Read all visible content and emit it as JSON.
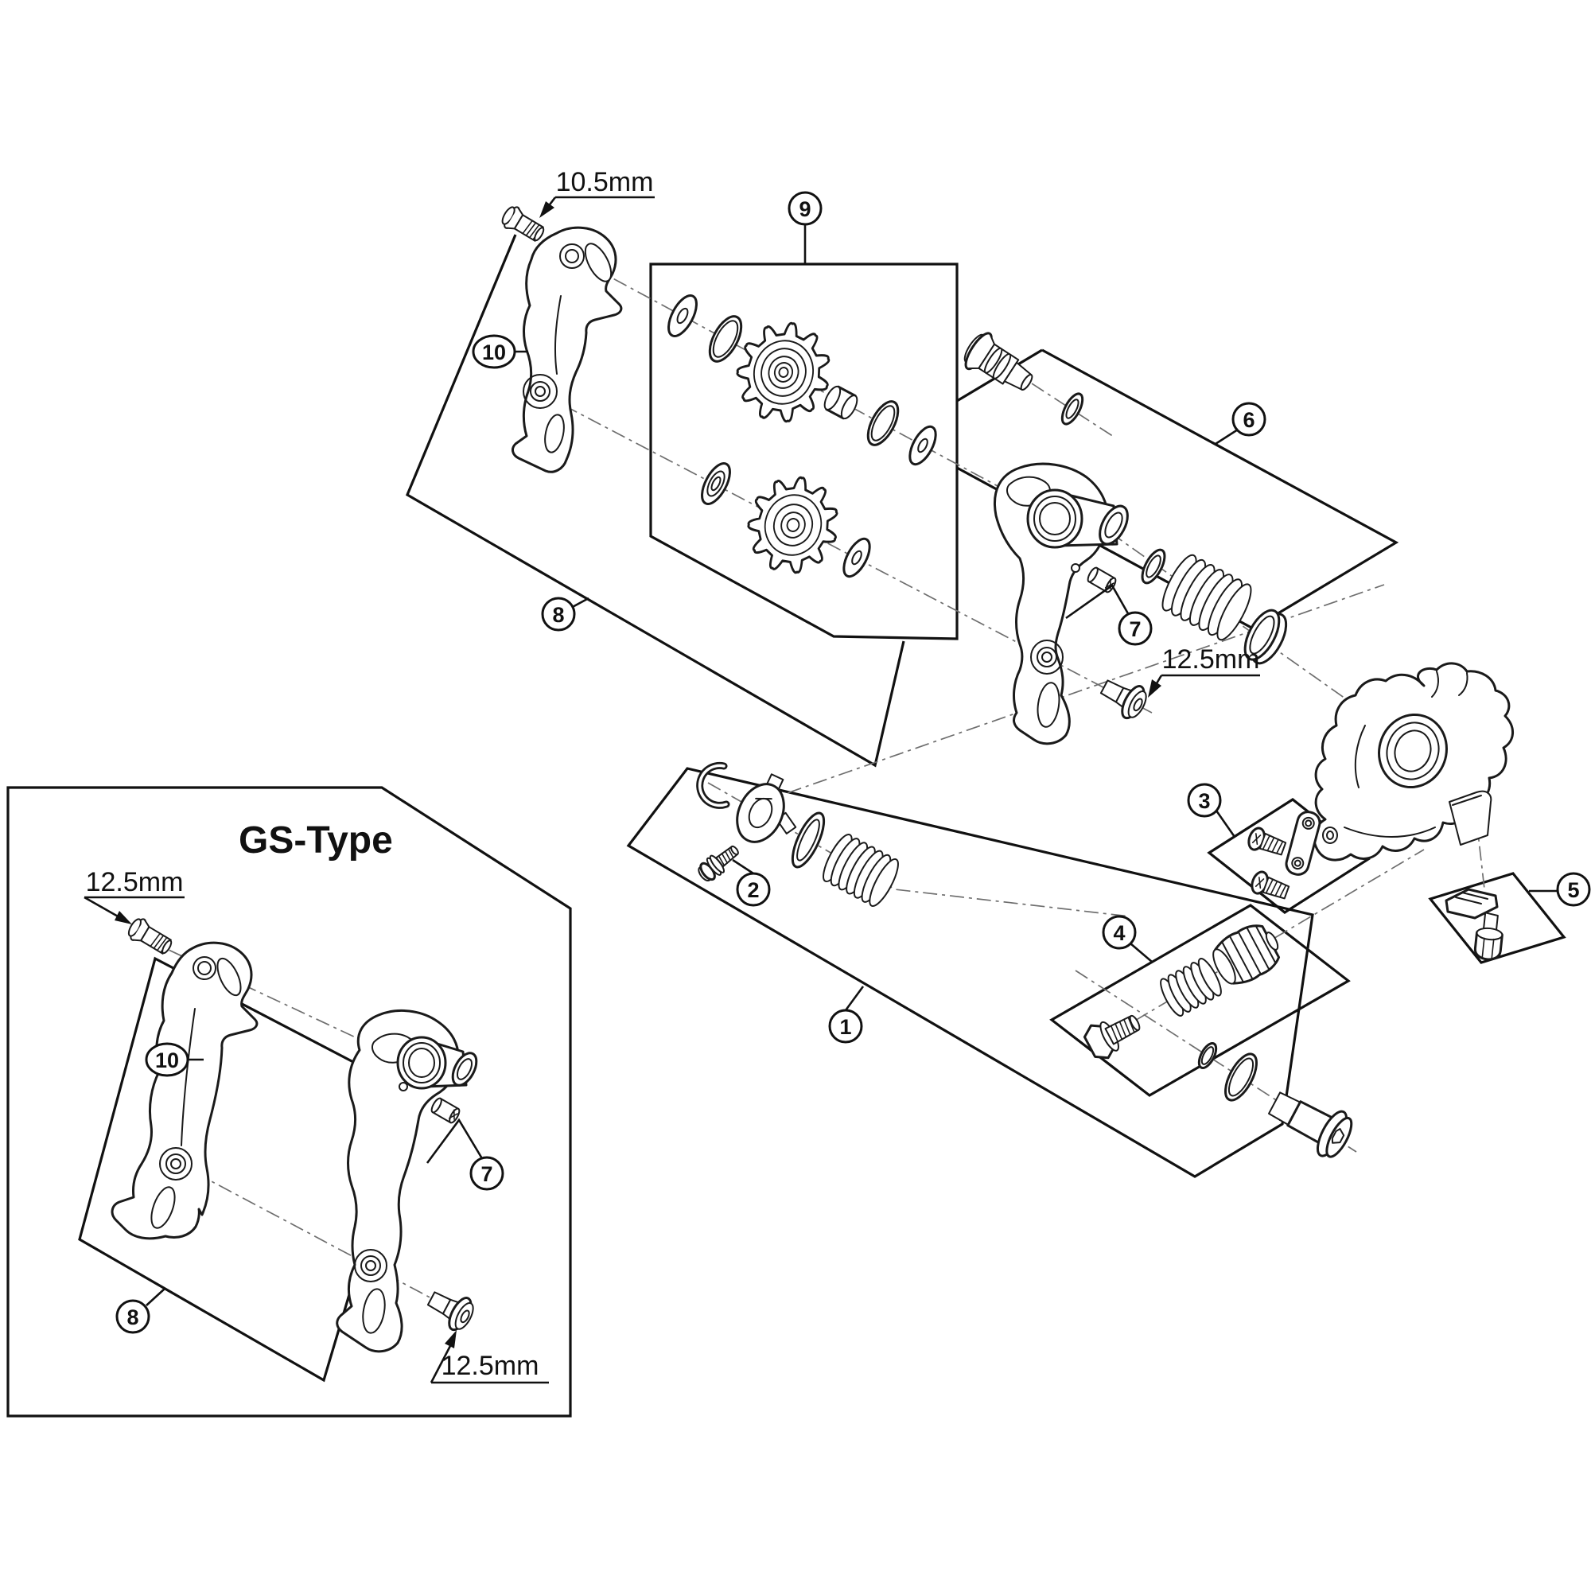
{
  "labels": {
    "pulley_bolt_upper": "10.5mm",
    "pulley_bolt_lower": "12.5mm",
    "gs_title": "GS-Type",
    "gs_pulley_bolt_upper": "12.5mm",
    "gs_pulley_bolt_lower": "12.5mm"
  },
  "callouts": {
    "c1": "1",
    "c2": "2",
    "c3": "3",
    "c4": "4",
    "c5": "5",
    "c6": "6",
    "c7": "7",
    "c8": "8",
    "c9": "9",
    "c10": "10",
    "gs_c7": "7",
    "gs_c8": "8",
    "gs_c10": "10"
  },
  "colors": {
    "background": "#ffffff",
    "line": "#1a1a1a",
    "axis_line": "#6e6e6e"
  }
}
